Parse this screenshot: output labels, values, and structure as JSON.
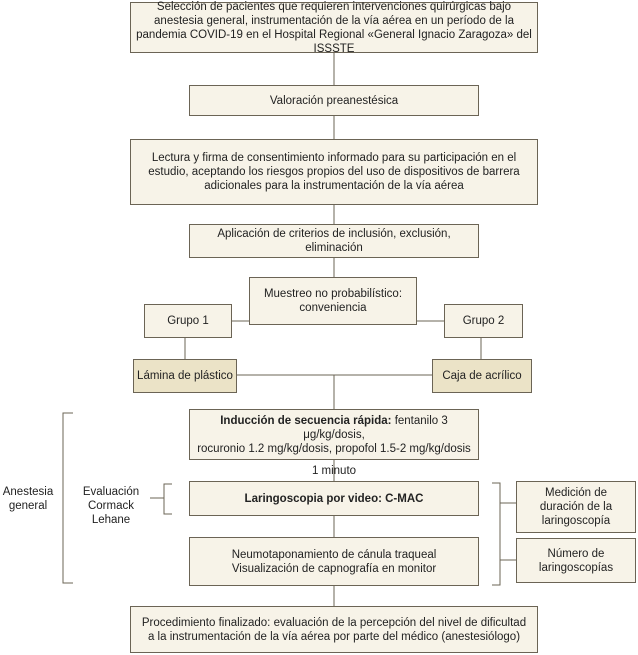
{
  "boxes": {
    "seleccion": "Selección de pacientes que requieren intervenciones quirúrgicas bajo anestesia general, instrumentación de la vía aérea en un período de la pandemia COVID-19 en el Hospital Regional «General Ignacio Zaragoza» del ISSSTE",
    "valoracion": "Valoración preanestésica",
    "lectura": "Lectura y firma de consentimiento informado para su participación en el estudio, aceptando los riesgos propios del uso de dispositivos de barrera adicionales para la instrumentación de la vía aérea",
    "criterios": "Aplicación de criterios de inclusión, exclusión, eliminación",
    "muestreo_1": "Muestreo no probabilístico:",
    "muestreo_2": "conveniencia",
    "grupo1": "Grupo 1",
    "grupo2": "Grupo 2",
    "lamina": "Lámina de plástico",
    "caja": "Caja de acrílico",
    "induccion_bold": "Inducción de secuencia rápida:",
    "induccion_rest": " fentanilo 3 μg/kg/dosis,",
    "induccion_2": "rocuronio 1.2 mg/kg/dosis, propofol 1.5-2 mg/kg/dosis",
    "laringoscopia": "Laringoscopia por video: C-MAC",
    "neumo_1": "Neumotaponamiento de cánula traqueal",
    "neumo_2": "Visualización de capnografía en monitor",
    "procedimiento": "Procedimiento finalizado: evaluación de la percepción del nivel de dificultad a la instrumentación de la vía aérea por parte del médico (anestesiólogo)",
    "medicion": "Medición de duración de la laringoscopía",
    "numero": "Número de laringoscopías"
  },
  "labels": {
    "minuto": "1 minuto",
    "anestesia_1": "Anestesia",
    "anestesia_2": "general",
    "evaluacion_1": "Evaluación",
    "evaluacion_2": "Cormack Lehane"
  }
}
